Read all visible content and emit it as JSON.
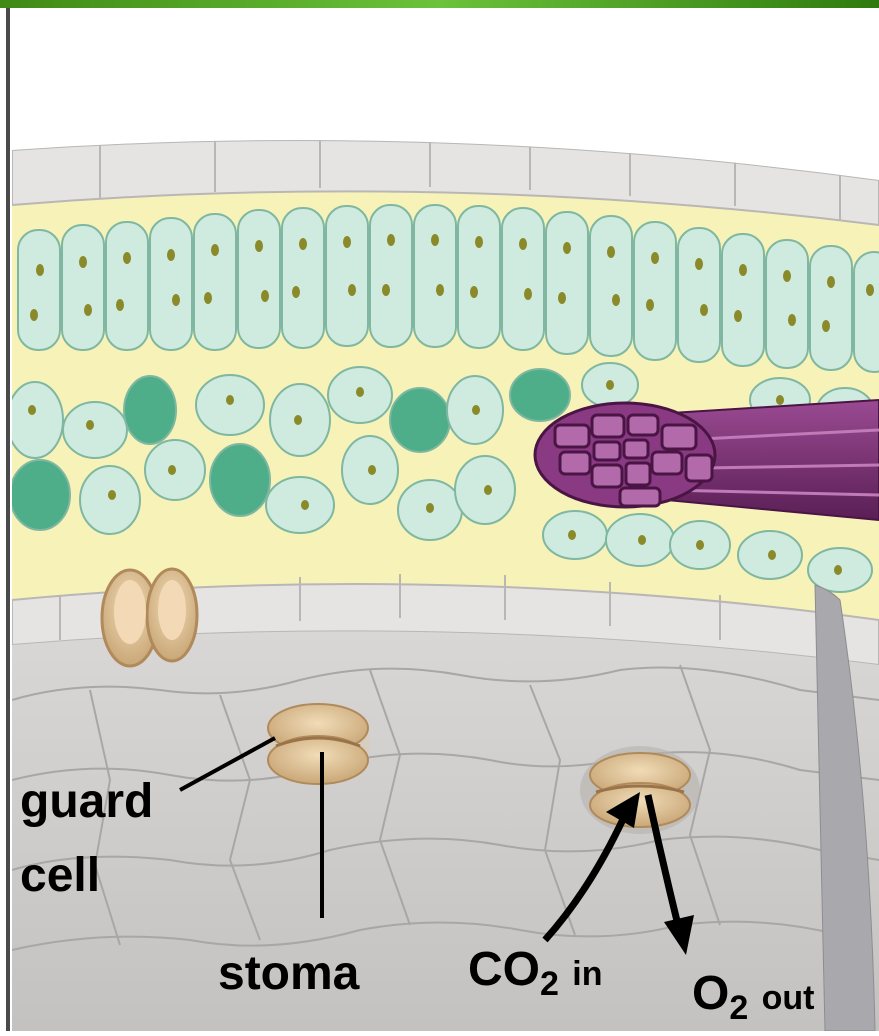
{
  "diagram": {
    "labels": {
      "guard_cell_line1": "guard",
      "guard_cell_line2": "cell",
      "stoma": "stoma",
      "co2_main": "CO",
      "co2_sub": "2",
      "co2_suffix": "in",
      "o2_main": "O",
      "o2_sub": "2",
      "o2_suffix": "out"
    },
    "colors": {
      "top_bar": "#4c9a1e",
      "epidermis": "#e4e2e0",
      "mesophyll_cell": "#cfeadf",
      "chloroplast": "#8a8a2a",
      "background_fill": "#f7f2b8",
      "vein": "#7a2f72",
      "guard_cell": "#e2c39a",
      "lower_surface": "#cfcdcb"
    }
  }
}
